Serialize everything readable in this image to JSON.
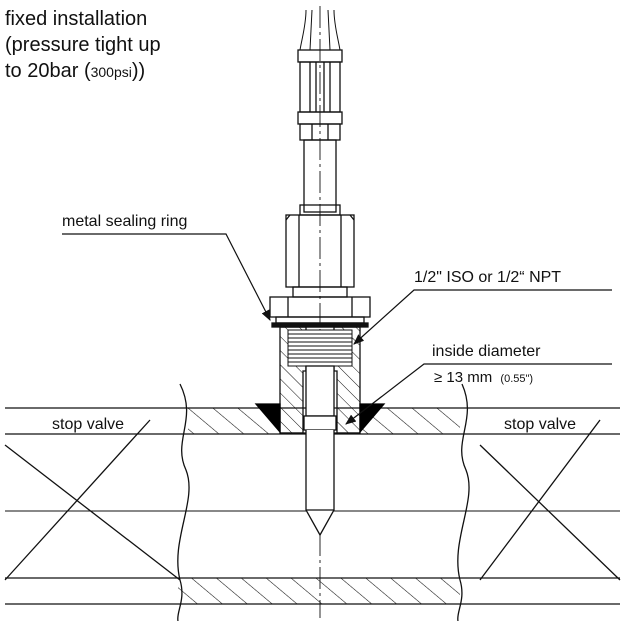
{
  "title": {
    "line1": "fixed installation",
    "line2": "(pressure tight up",
    "line3_main": "to 20bar",
    "line3_open": " (",
    "line3_sub": "300psi",
    "line3_close": "))"
  },
  "labels": {
    "sealing_ring": "metal sealing ring",
    "thread": "1/2\" ISO or 1/2“ NPT",
    "inside_diameter": "inside diameter",
    "diameter_value": "≥ 13 mm",
    "diameter_value_sub": "(0.55\")",
    "stop_valve_left": "stop valve",
    "stop_valve_right": "stop valve"
  },
  "colors": {
    "line": "#111111",
    "weld": "#000000"
  }
}
